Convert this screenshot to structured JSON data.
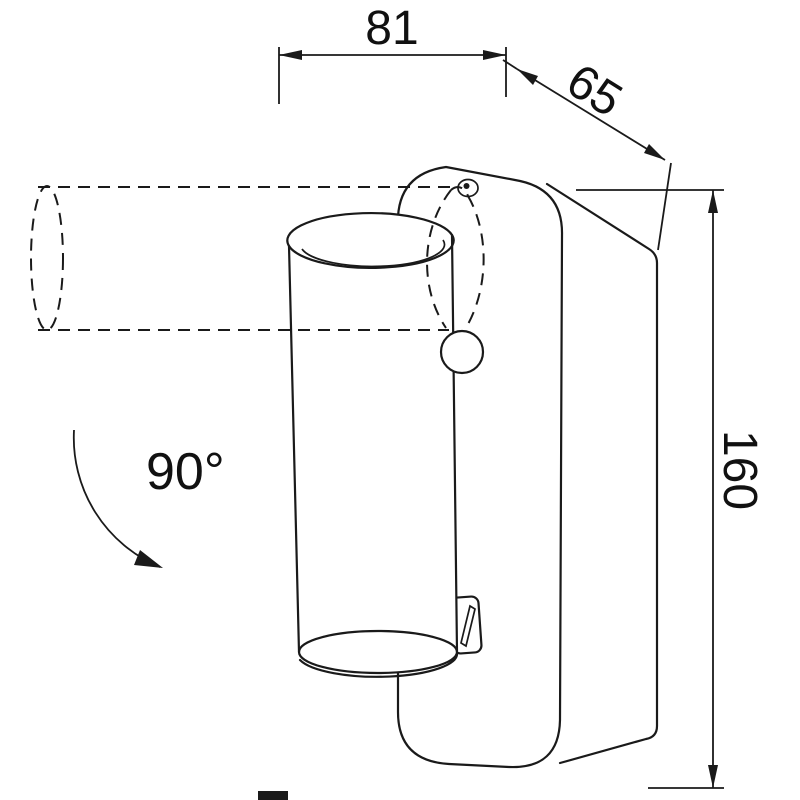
{
  "drawing": {
    "kind": "technical-dimension-drawing",
    "dimensions": {
      "width_label": "81",
      "depth_label": "65",
      "height_label": "160",
      "rotation_label": "90°"
    },
    "colors": {
      "line": "#1a1a1a",
      "background": "#ffffff"
    }
  }
}
